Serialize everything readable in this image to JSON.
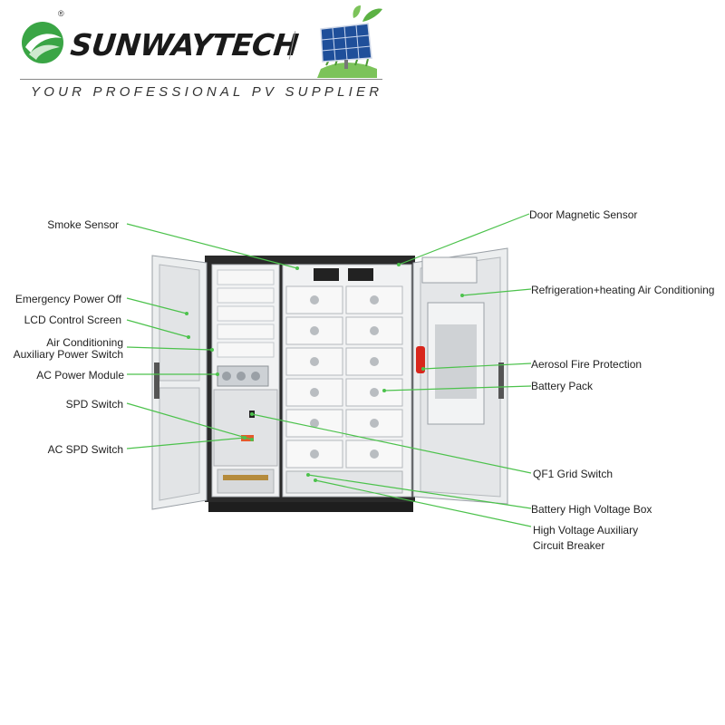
{
  "brand": {
    "registered_mark": "®",
    "name": "SUNWAYTECH",
    "tagline": "YOUR PROFESSIONAL PV SUPPLIER"
  },
  "labels_left": [
    "Smoke Sensor",
    "Emergency Power Off",
    "LCD Control Screen",
    "Air Conditioning",
    "Auxiliary Power Switch",
    "AC Power Module",
    "SPD Switch",
    "AC SPD Switch"
  ],
  "labels_right": [
    "Door Magnetic Sensor",
    "Refrigeration+heating Air Conditioning",
    "Aerosol Fire Protection",
    "Battery Pack",
    "QF1 Grid Switch",
    "Battery High Voltage Box",
    "High Voltage Auxiliary",
    "Circuit Breaker"
  ],
  "colors": {
    "leader_line": "#4cc24c",
    "cabinet_frame": "#2a2a2a",
    "cabinet_body": "#e9eaec",
    "extinguisher": "#d8261c",
    "logo_green": "#3aa545"
  }
}
